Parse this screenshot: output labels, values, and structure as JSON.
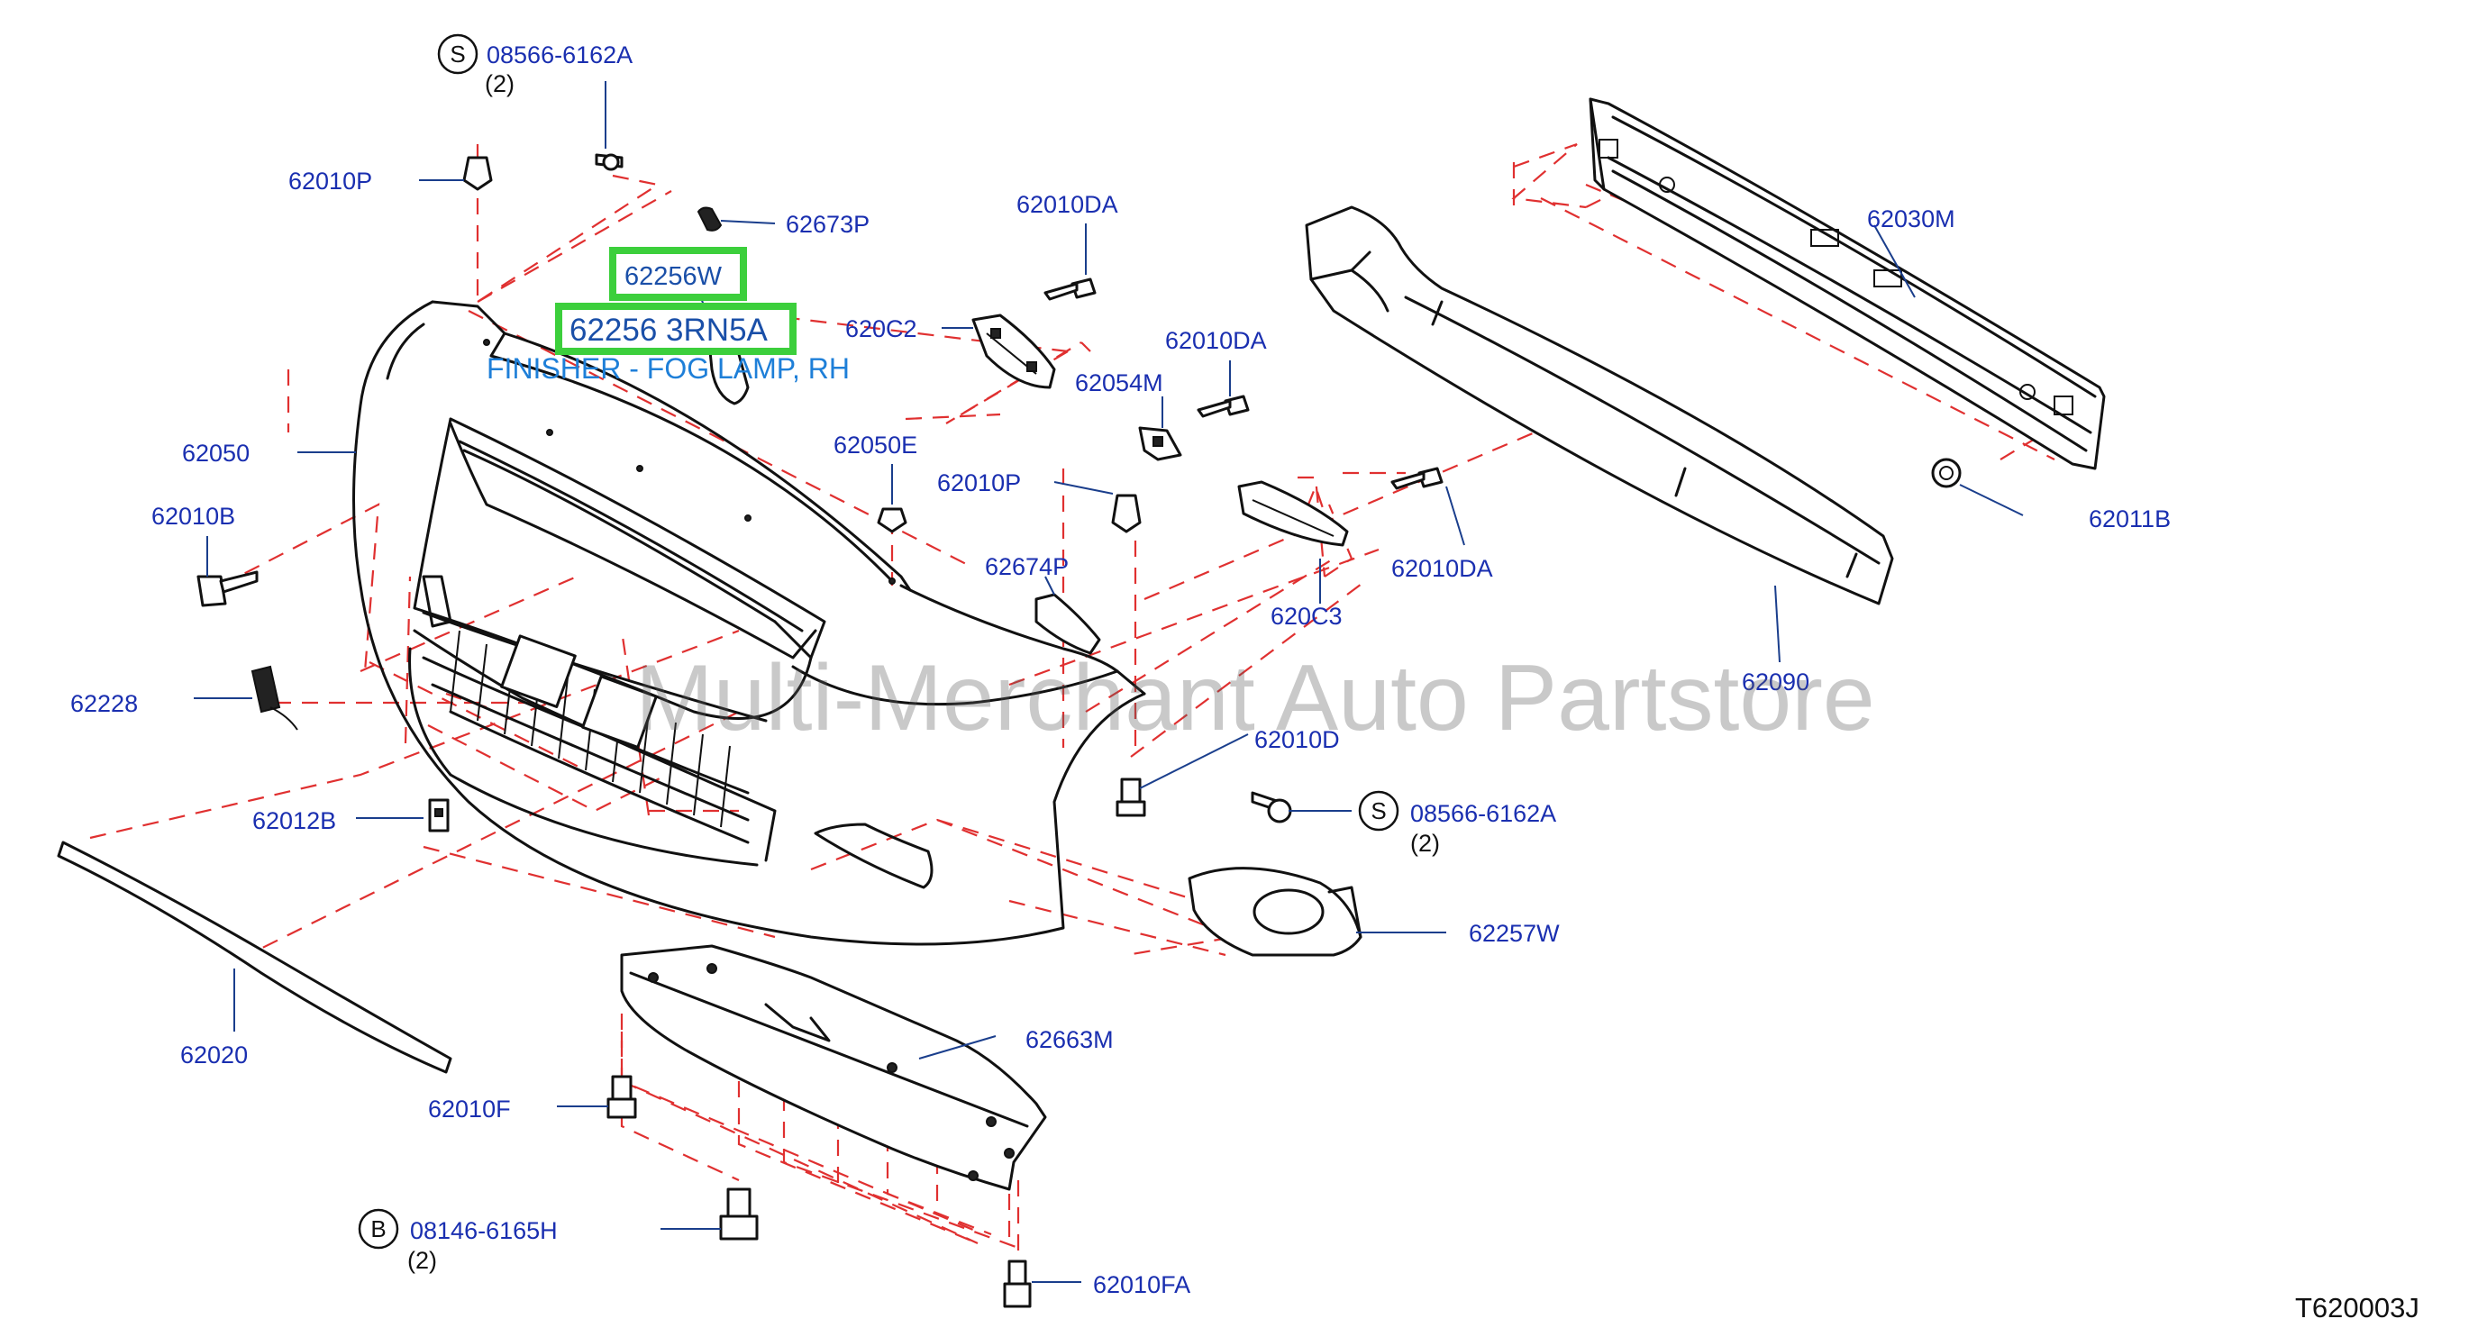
{
  "diagram": {
    "code": "T620003J",
    "watermark": "Multi-Merchant Auto Partstore",
    "highlight": {
      "part_a": "62256W",
      "part_b": "62256 3RN5A",
      "description": "FINISHER - FOG LAMP, RH"
    },
    "labels": [
      {
        "id": "l-08566-top",
        "text": "08566-6162A"
      },
      {
        "id": "l-qty-top",
        "text": "(2)"
      },
      {
        "id": "l-62010P-a",
        "text": "62010P"
      },
      {
        "id": "l-62673P",
        "text": "62673P"
      },
      {
        "id": "l-62010DA-a",
        "text": "62010DA"
      },
      {
        "id": "l-620C2",
        "text": "620C2"
      },
      {
        "id": "l-62010DA-b",
        "text": "62010DA"
      },
      {
        "id": "l-62054M",
        "text": "62054M"
      },
      {
        "id": "l-62050",
        "text": "62050"
      },
      {
        "id": "l-62050E",
        "text": "62050E"
      },
      {
        "id": "l-62010P-b",
        "text": "62010P"
      },
      {
        "id": "l-62010B",
        "text": "62010B"
      },
      {
        "id": "l-62674P",
        "text": "62674P"
      },
      {
        "id": "l-62010DA-c",
        "text": "62010DA"
      },
      {
        "id": "l-620C3",
        "text": "620C3"
      },
      {
        "id": "l-62030M",
        "text": "62030M"
      },
      {
        "id": "l-62011B",
        "text": "62011B"
      },
      {
        "id": "l-62090",
        "text": "62090"
      },
      {
        "id": "l-62228",
        "text": "62228"
      },
      {
        "id": "l-62010D",
        "text": "62010D"
      },
      {
        "id": "l-08566-mid",
        "text": "08566-6162A"
      },
      {
        "id": "l-qty-mid",
        "text": "(2)"
      },
      {
        "id": "l-62012B",
        "text": "62012B"
      },
      {
        "id": "l-62257W",
        "text": "62257W"
      },
      {
        "id": "l-62663M",
        "text": "62663M"
      },
      {
        "id": "l-62020",
        "text": "62020"
      },
      {
        "id": "l-62010F",
        "text": "62010F"
      },
      {
        "id": "l-08146",
        "text": "08146-6165H"
      },
      {
        "id": "l-qty-bot",
        "text": "(2)"
      },
      {
        "id": "l-62010FA",
        "text": "62010FA"
      }
    ],
    "symbols": {
      "screw_top": "S",
      "screw_mid": "S",
      "bolt_bot": "B"
    }
  }
}
